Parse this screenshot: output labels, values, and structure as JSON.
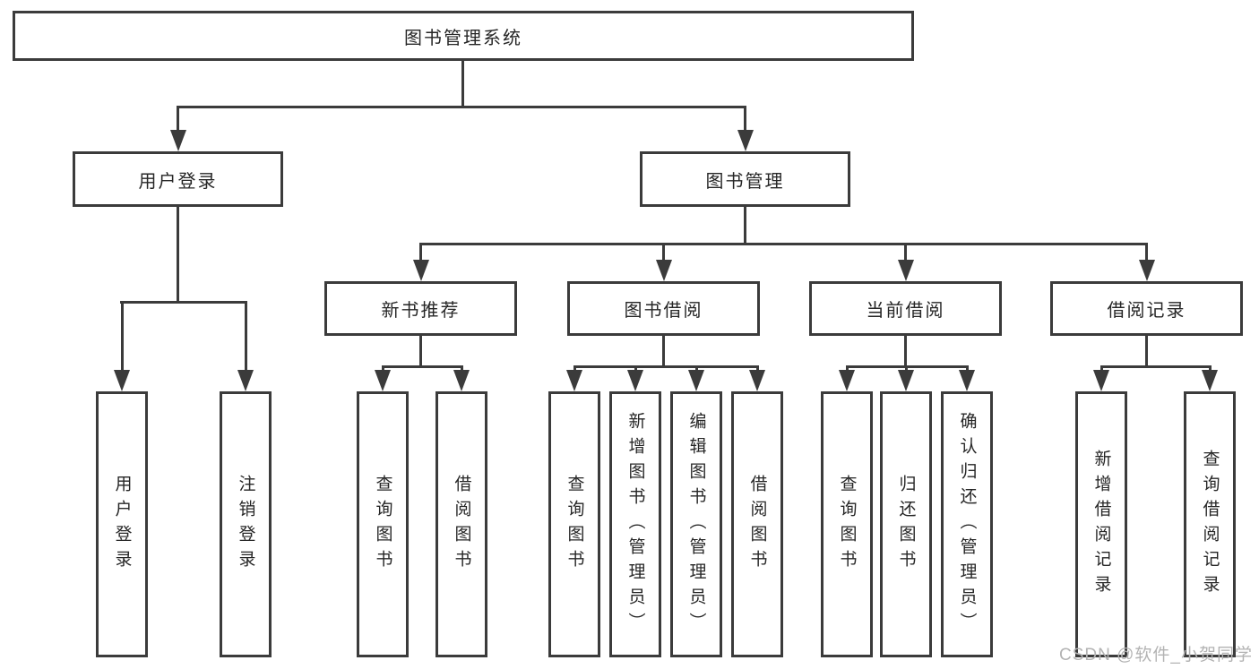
{
  "tree": {
    "root": {
      "label": "图书管理系统",
      "children": [
        {
          "label": "用户登录",
          "children": [
            {
              "label": "用户登录"
            },
            {
              "label": "注销登录"
            }
          ]
        },
        {
          "label": "图书管理",
          "children": [
            {
              "label": "新书推荐",
              "children": [
                {
                  "label": "查询图书"
                },
                {
                  "label": "借阅图书"
                }
              ]
            },
            {
              "label": "图书借阅",
              "children": [
                {
                  "label": "查询图书"
                },
                {
                  "label": "新增图书（管理员）"
                },
                {
                  "label": "编辑图书（管理员）"
                },
                {
                  "label": "借阅图书"
                }
              ]
            },
            {
              "label": "当前借阅",
              "children": [
                {
                  "label": "查询图书"
                },
                {
                  "label": "归还图书"
                },
                {
                  "label": "确认归还（管理员）"
                }
              ]
            },
            {
              "label": "借阅记录",
              "children": [
                {
                  "label": "新增借阅记录"
                },
                {
                  "label": "查询借阅记录"
                }
              ]
            }
          ]
        }
      ]
    }
  },
  "watermark": {
    "text": "CSDN @软件_小贺同学"
  },
  "colors": {
    "line": "#3b3b3b",
    "text": "#262626",
    "watermark": "#b3b3b3",
    "background": "#ffffff"
  }
}
